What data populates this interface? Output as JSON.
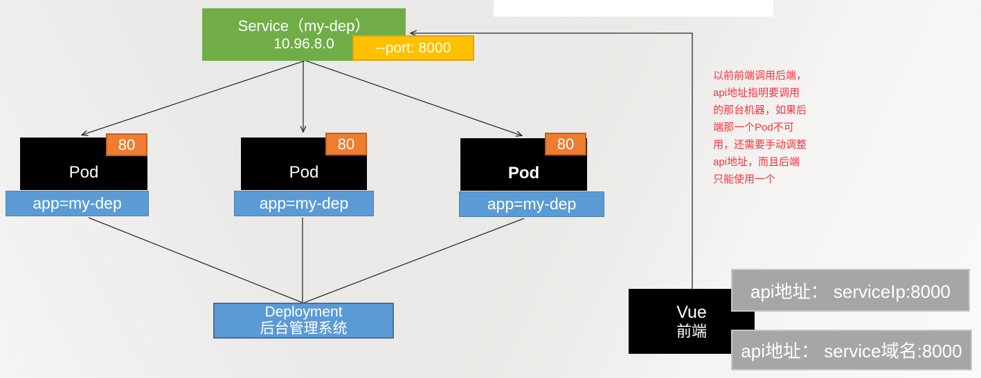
{
  "background_color": "#f2f1ef",
  "service": {
    "title": "Service（my-dep）",
    "ip": "10.96.8.0",
    "color": "#70AD47"
  },
  "port_badge": {
    "label": "--port: 8000",
    "color": "#FFC000"
  },
  "pods": [
    {
      "name": "Pod",
      "port": "80",
      "selector": "app=my-dep"
    },
    {
      "name": "Pod",
      "port": "80",
      "selector": "app=my-dep"
    },
    {
      "name": "Pod",
      "port": "80",
      "selector": "app=my-dep"
    }
  ],
  "pod_colors": {
    "box": "#000000",
    "port_badge": "#ED7D31",
    "selector": "#5B9BD5"
  },
  "deployment": {
    "title": "Deployment",
    "subtitle": "后台管理系统",
    "color": "#5B9BD5"
  },
  "frontend": {
    "title": "Vue",
    "subtitle": "前端",
    "color": "#000000"
  },
  "api_notes": [
    {
      "text": "api地址： serviceIp:8000"
    },
    {
      "text": "api地址： service域名:8000"
    }
  ],
  "api_note_color": "#A6A6A6",
  "annotation": {
    "color": "#f9333d",
    "lines": [
      "以前前端调用后端，",
      "api地址指明要调用",
      "的那台机器，如果后",
      "端那一个Pod不可",
      "用，还需要手动调整",
      "api地址，而且后端",
      "只能使用一个"
    ]
  }
}
